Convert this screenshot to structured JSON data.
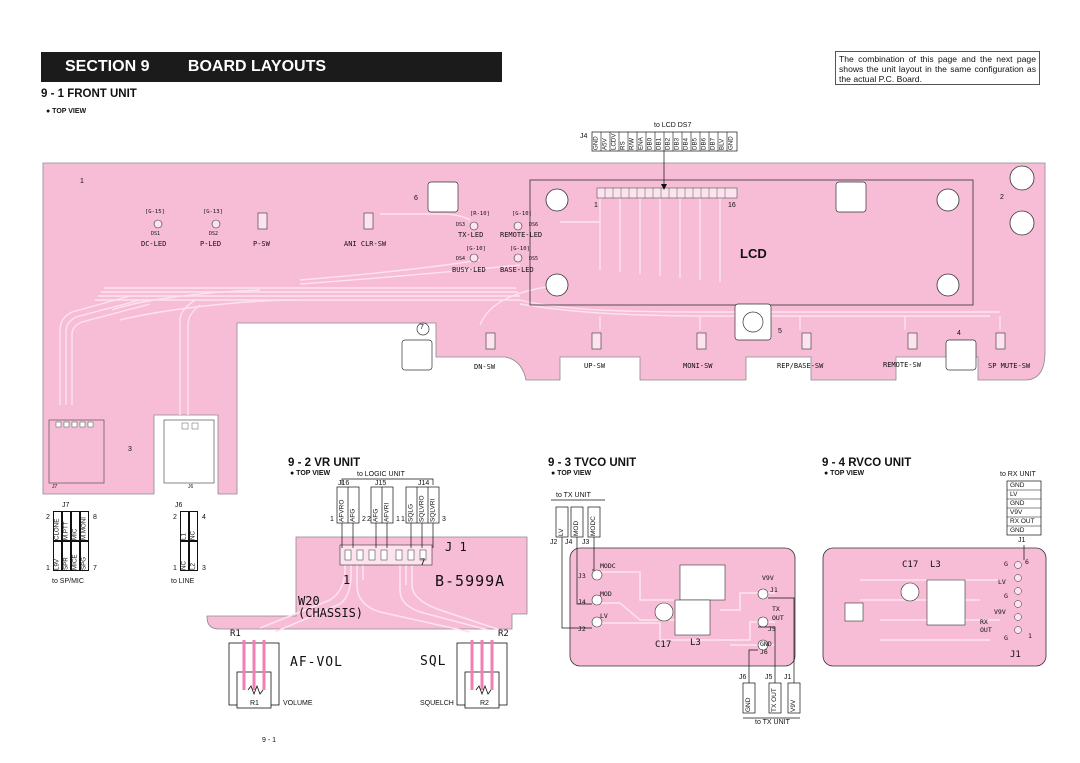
{
  "section": {
    "number": "SECTION 9",
    "title": "BOARD LAYOUTS"
  },
  "note": "The combination of this page and the next page shows the unit layout in the same configuration as the actual P.C. Board.",
  "front_unit": {
    "heading": "9 - 1 FRONT UNIT",
    "view": "● TOP VIEW",
    "lcd_conn": {
      "title": "to LCD DS7",
      "ref": "J4",
      "pins": [
        "GND",
        "A5V",
        "LCDV",
        "RS",
        "R/W",
        "ENA",
        "DB0",
        "DB1",
        "DB2",
        "DB3",
        "DB4",
        "DB5",
        "DB6",
        "DB7",
        "BLV",
        "GND"
      ]
    },
    "lcd_label": "LCD",
    "lcd_pin1": "1",
    "lcd_pin16": "16",
    "leds": [
      {
        "code": "[G-15]",
        "ref": "DS1"
      },
      {
        "code": "[G-13]",
        "ref": "DS2"
      },
      {
        "code": "[R-10]",
        "ref": "DS3"
      },
      {
        "code": "[G-10]",
        "ref": "DS6"
      },
      {
        "code": "[G-10]",
        "ref": "DS4"
      },
      {
        "code": "[G-10]",
        "ref": "DS5"
      }
    ],
    "silk": [
      "DC-LED",
      "P-LED",
      "P-SW",
      "ANI CLR-SW",
      "TX-LED",
      "REMOTE-LED",
      "BUSY-LED",
      "BASE-LED",
      "DN-SW",
      "UP-SW",
      "MONI-SW",
      "REP/BASE-SW",
      "REMOTE-SW",
      "SP MUTE-SW"
    ],
    "mount_numbers": [
      "1",
      "2",
      "3",
      "4",
      "5",
      "6",
      "7"
    ],
    "j7": {
      "ref": "J7",
      "top_left": "2",
      "top_right": "8",
      "bottom_left": "1",
      "bottom_right": "7",
      "pins_top": [
        "CLONE",
        "M.PTT",
        "MIC",
        "M.MONI"
      ],
      "pins_bottom": [
        "L9V",
        "SPR",
        "MICE",
        "SPG"
      ],
      "to": "to SP/MIC"
    },
    "j6": {
      "ref": "J6",
      "top_left": "2",
      "top_right": "4",
      "bottom_left": "1",
      "bottom_right": "3",
      "pins_top": [
        "L1",
        "NC"
      ],
      "pins_bottom": [
        "NC",
        "L2"
      ],
      "to": "to LINE"
    },
    "board_j7": "J7",
    "board_j6": "J6"
  },
  "vr_unit": {
    "heading": "9 - 2 VR UNIT",
    "view": "● TOP VIEW",
    "logic": "to LOGIC UNIT",
    "connectors": [
      {
        "ref": "J16",
        "pins": [
          "AFVRO",
          "AFG"
        ],
        "left": "1",
        "right": "2"
      },
      {
        "ref": "J15",
        "pins": [
          "AFG",
          "AFVRI"
        ],
        "left": "2",
        "right": "1"
      },
      {
        "ref": "J14",
        "pins": [
          "SQLG",
          "SQLVRO",
          "SQLVRI"
        ],
        "left": "1",
        "right": "3"
      }
    ],
    "board_text": {
      "j1": "J 1",
      "pin1": "1",
      "pin7": "7",
      "part": "B-5999A",
      "w20": "W20",
      "chassis": "(CHASSIS)",
      "r1": "R1",
      "r2": "R2",
      "afvol": "AF-VOL",
      "sql": "SQL"
    },
    "pots": [
      {
        "ref": "R1",
        "name": "VOLUME"
      },
      {
        "ref": "R2",
        "name": "SQUELCH"
      }
    ]
  },
  "tvco_unit": {
    "heading": "9 - 3 TVCO UNIT",
    "view": "● TOP VIEW",
    "to_tx_top": "to TX UNIT",
    "top_pins": [
      {
        "ref": "J2",
        "name": "LV"
      },
      {
        "ref": "J4",
        "name": "MOD"
      },
      {
        "ref": "J3",
        "name": "MODC"
      }
    ],
    "bottom_pins": [
      {
        "ref": "J6",
        "name": "GND"
      },
      {
        "ref": "J5",
        "name": "TX OUT"
      },
      {
        "ref": "J1",
        "name": "V9V"
      }
    ],
    "to_tx_bottom": "to TX UNIT",
    "board_text": [
      "MODC",
      "J3",
      "MOD",
      "J4",
      "LV",
      "J2",
      "C17",
      "L3",
      "V9V",
      "J1",
      "TX",
      "OUT",
      "J5",
      "GND",
      "J6"
    ]
  },
  "rvco_unit": {
    "heading": "9 - 4 RVCO UNIT",
    "view": "● TOP VIEW",
    "to_rx": "to RX UNIT",
    "pins": [
      "GND",
      "LV",
      "GND",
      "V9V",
      "RX OUT",
      "GND"
    ],
    "ref": "J1",
    "board_text": [
      "C17",
      "L3",
      "G",
      "6",
      "LV",
      "G",
      "V9V",
      "RX OUT",
      "G",
      "1",
      "J1"
    ]
  },
  "page_number": "9 - 1",
  "colors": {
    "board": "#f7bcd6",
    "trace": "#f07fb3",
    "trace_light": "#fde3ee",
    "ink": "#1b1b1b"
  }
}
